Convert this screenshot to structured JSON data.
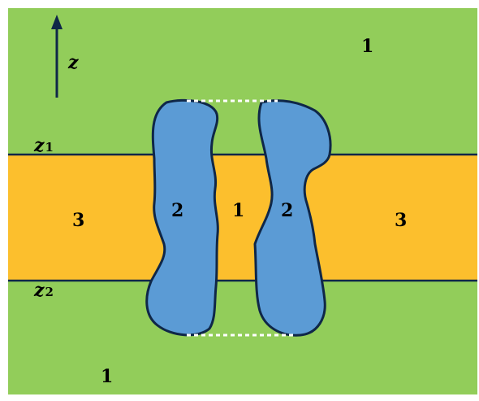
{
  "colors": {
    "outer_medium": "#92cd5a",
    "membrane": "#fcbf2d",
    "protein": "#5b9bd5",
    "outline": "#0f2748",
    "axis_arrow": "#0f2748",
    "pore_boundary": "#ffffff"
  },
  "axis": {
    "label": "z",
    "direction": "up"
  },
  "boundaries": [
    {
      "base": "z",
      "subscript": "1"
    },
    {
      "base": "z",
      "subscript": "2"
    }
  ],
  "regions": {
    "medium_top": "1",
    "medium_bottom": "1",
    "pore": "1",
    "protein_left": "2",
    "protein_right": "2",
    "membrane_left": "3",
    "membrane_right": "3"
  }
}
